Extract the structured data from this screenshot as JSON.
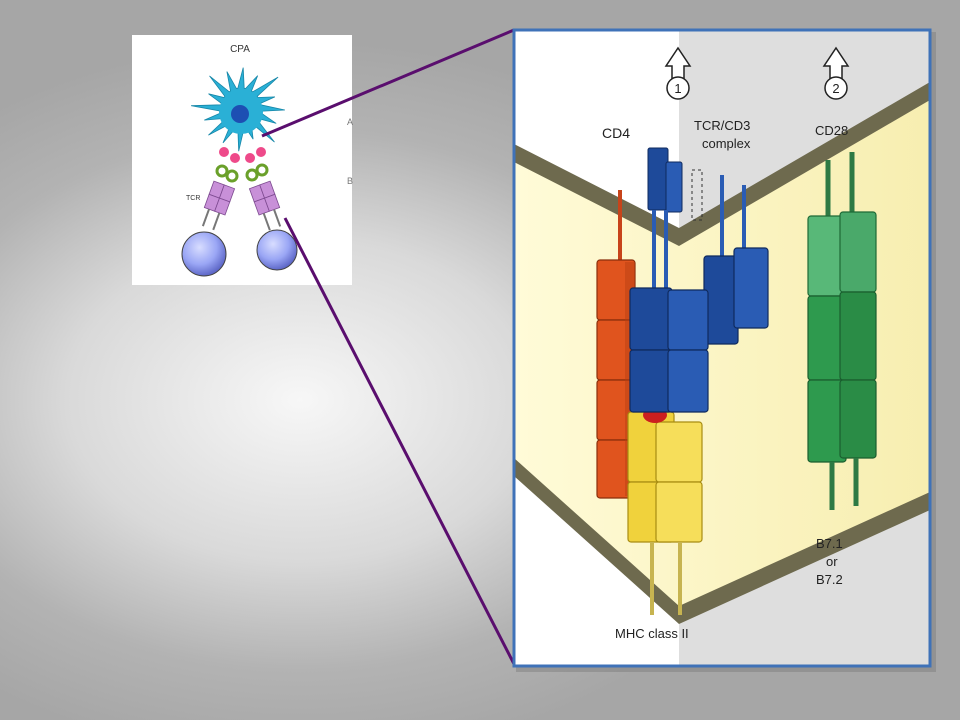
{
  "colors": {
    "connector_line": "#5a0e6e",
    "dc_body": "#2ab0d6",
    "dc_nucleus": "#1d4fb3",
    "tcell": "#9aa6f5",
    "tcr": "#c890d8",
    "cd4": "#e0541e",
    "tcr_cd3": "#1e4a9a",
    "cd28": "#2e9a4e",
    "mhc": "#f0d23c",
    "membrane": "#6e6a4e",
    "membrane_fill": "#fbf6c9",
    "panel_border": "#3f72b8"
  },
  "thumbnail": {
    "label_cpa": "CPA",
    "label_tcr": "TCR",
    "clipped_a": "A",
    "clipped_b": "B"
  },
  "detail": {
    "signal_1": "1",
    "signal_2": "2",
    "label_cd4": "CD4",
    "label_tcr_cd3_line1": "TCR/CD3",
    "label_tcr_cd3_line2": "complex",
    "label_cd28": "CD28",
    "label_b7_line1": "B7.1",
    "label_b7_line2": "or",
    "label_b7_line3": "B7.2",
    "label_mhc": "MHC  class  II"
  }
}
